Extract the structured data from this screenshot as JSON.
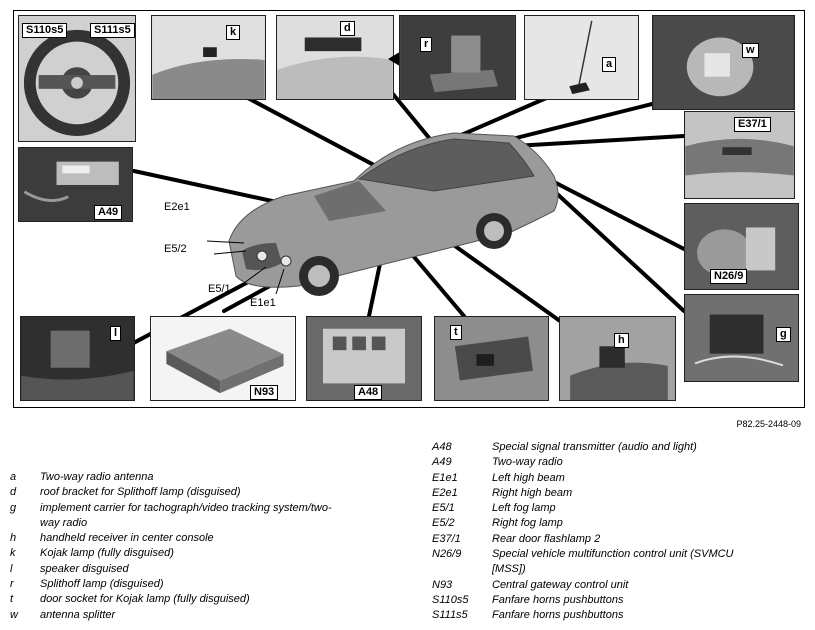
{
  "reference": "P82.25-2448-09",
  "inset_labels": {
    "steering": [
      "S110s5",
      "S111s5"
    ],
    "k": "k",
    "d": "d",
    "r": "r",
    "a": "a",
    "w": "w",
    "e37": "E37/1",
    "a49": "A49",
    "n26": "N26/9",
    "g": "g",
    "l": "l",
    "n93": "N93",
    "a48": "A48",
    "t": "t",
    "h": "h"
  },
  "car_labels": [
    "E2e1",
    "E5/2",
    "E5/1",
    "E1e1"
  ],
  "legend_left": [
    {
      "code": "a",
      "desc": "Two-way radio antenna"
    },
    {
      "code": "d",
      "desc": "roof bracket for Splithoff lamp (disguised)"
    },
    {
      "code": "g",
      "desc": "implement carrier for tachograph/video tracking system/two-"
    },
    {
      "code": "",
      "desc": "way radio"
    },
    {
      "code": "h",
      "desc": "handheld receiver in center console"
    },
    {
      "code": "k",
      "desc": "Kojak lamp (fully disguised)"
    },
    {
      "code": "l",
      "desc": "speaker disguised"
    },
    {
      "code": "r",
      "desc": "Splithoff lamp (disguised)"
    },
    {
      "code": "t",
      "desc": "door socket for Kojak lamp (fully disguised)"
    },
    {
      "code": "w",
      "desc": "antenna splitter"
    }
  ],
  "legend_right": [
    {
      "code": "A48",
      "desc": "Special signal transmitter (audio and light)"
    },
    {
      "code": "A49",
      "desc": "Two-way radio"
    },
    {
      "code": "E1e1",
      "desc": "Left high beam"
    },
    {
      "code": "E2e1",
      "desc": "Right high beam"
    },
    {
      "code": "E5/1",
      "desc": "Left fog lamp"
    },
    {
      "code": "E5/2",
      "desc": "Right fog lamp"
    },
    {
      "code": "E37/1",
      "desc": "Rear door flashlamp 2"
    },
    {
      "code": "N26/9",
      "desc": "Special vehicle multifunction control unit (SVMCU"
    },
    {
      "code": "",
      "desc": "[MSS])"
    },
    {
      "code": "N93",
      "desc": "Central gateway control unit"
    },
    {
      "code": "S110s5",
      "desc": "Fanfare horns pushbuttons"
    },
    {
      "code": "S111s5",
      "desc": "Fanfare horns pushbuttons"
    }
  ]
}
